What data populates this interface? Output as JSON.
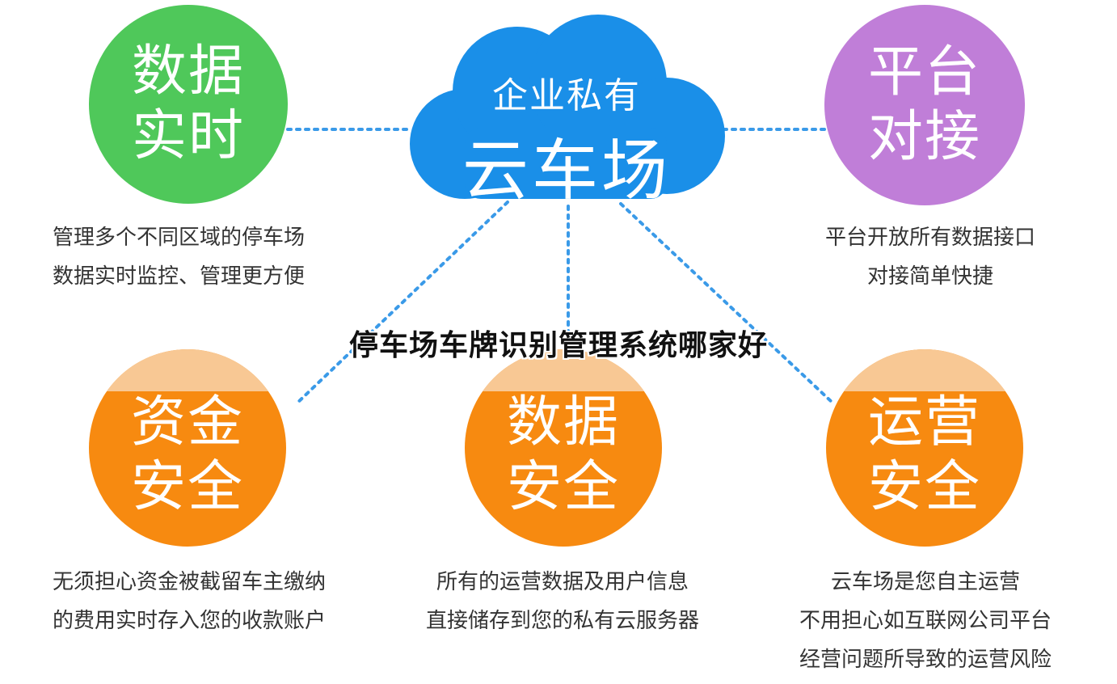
{
  "cloud": {
    "subtitle": "企业私有",
    "title": "云车场"
  },
  "nodes": {
    "data_realtime": {
      "line1": "数据",
      "line2": "实时"
    },
    "platform": {
      "line1": "平台",
      "line2": "对接"
    },
    "fund_security": {
      "line1": "资金",
      "line2": "安全"
    },
    "data_security": {
      "line1": "数据",
      "line2": "安全"
    },
    "ops_security": {
      "line1": "运营",
      "line2": "安全"
    }
  },
  "descriptions": {
    "data_realtime": [
      "管理多个不同区域的停车场",
      "数据实时监控、管理更方便"
    ],
    "platform": [
      "平台开放所有数据接口",
      "对接简单快捷"
    ],
    "fund_security": [
      "无须担心资金被截留车主缴纳",
      "的费用实时存入您的收款账户"
    ],
    "data_security": [
      "所有的运营数据及用户信息",
      "直接储存到您的私有云服务器"
    ],
    "ops_security": [
      "云车场是您自主运营",
      "不用担心如互联网公司平台",
      "经营问题所导致的运营风险"
    ]
  },
  "overlay_title": "停车场车牌识别管理系统哪家好",
  "colors": {
    "cloud": "#1a8fe8",
    "green": "#4fc85a",
    "purple": "#c07ed8",
    "orange": "#f78a10",
    "orange_light": "#f8c894",
    "connector": "#3a9ae8"
  }
}
